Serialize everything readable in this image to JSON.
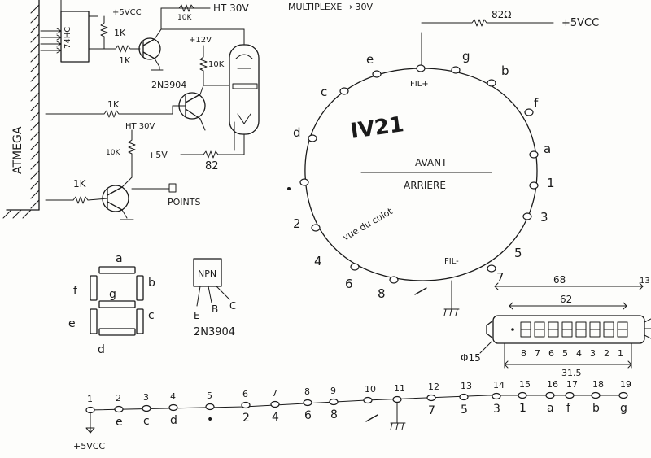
{
  "labels": {
    "arduino": "ATMEGA",
    "chip": "74HC",
    "vcc_top": "+5VCC",
    "r1k_a": "1K",
    "r1k_b": "1K",
    "r10k_top": "10K",
    "ht30v_top": "HT 30V",
    "multiplex": "MULTIPLEXE → 30V",
    "r82_top": "82Ω",
    "vcc_right": "+5VCC",
    "v12": "+12V",
    "r10k_mid": "10K",
    "transistor_model": "2N3904",
    "r1k_mid": "1K",
    "ht30v_mid": "HT 30V",
    "r10k_left": "10K",
    "vcc_mid": "+5V",
    "r82_mid": "82",
    "r1k_low": "1K",
    "points": "POINTS"
  },
  "tube": {
    "name": "IV21",
    "front": "AVANT",
    "back": "ARRIERE",
    "view": "vue du culot",
    "fil_plus": "FIL+",
    "fil_minus": "FIL-",
    "pins": [
      "e",
      "g",
      "b",
      "f",
      "a",
      "1",
      "3",
      "5",
      "7",
      "c",
      "d",
      "2",
      "4",
      "6",
      "8"
    ]
  },
  "segments": {
    "labels": [
      "a",
      "b",
      "c",
      "d",
      "e",
      "f",
      "g"
    ],
    "npn": "NPN",
    "pins": [
      "E",
      "B",
      "C"
    ],
    "model": "2N3904"
  },
  "display": {
    "width_outer": "68",
    "width_inner": "62",
    "diameter": "Φ15",
    "digits": [
      "8",
      "7",
      "6",
      "5",
      "4",
      "3",
      "2",
      "1"
    ],
    "height": "31.5",
    "edge_mark": "13"
  },
  "pin_row": {
    "numbers": [
      "1",
      "2",
      "3",
      "4",
      "5",
      "6",
      "7",
      "8",
      "9",
      "10",
      "11",
      "12",
      "13",
      "14",
      "15",
      "16",
      "17",
      "18",
      "19"
    ],
    "functions": [
      "",
      "e",
      "c",
      "d",
      "•",
      "2",
      "4",
      "6",
      "8",
      "",
      "",
      "7",
      "5",
      "3",
      "1",
      "a",
      "f",
      "b",
      "g"
    ],
    "vcc": "+5VCC"
  }
}
